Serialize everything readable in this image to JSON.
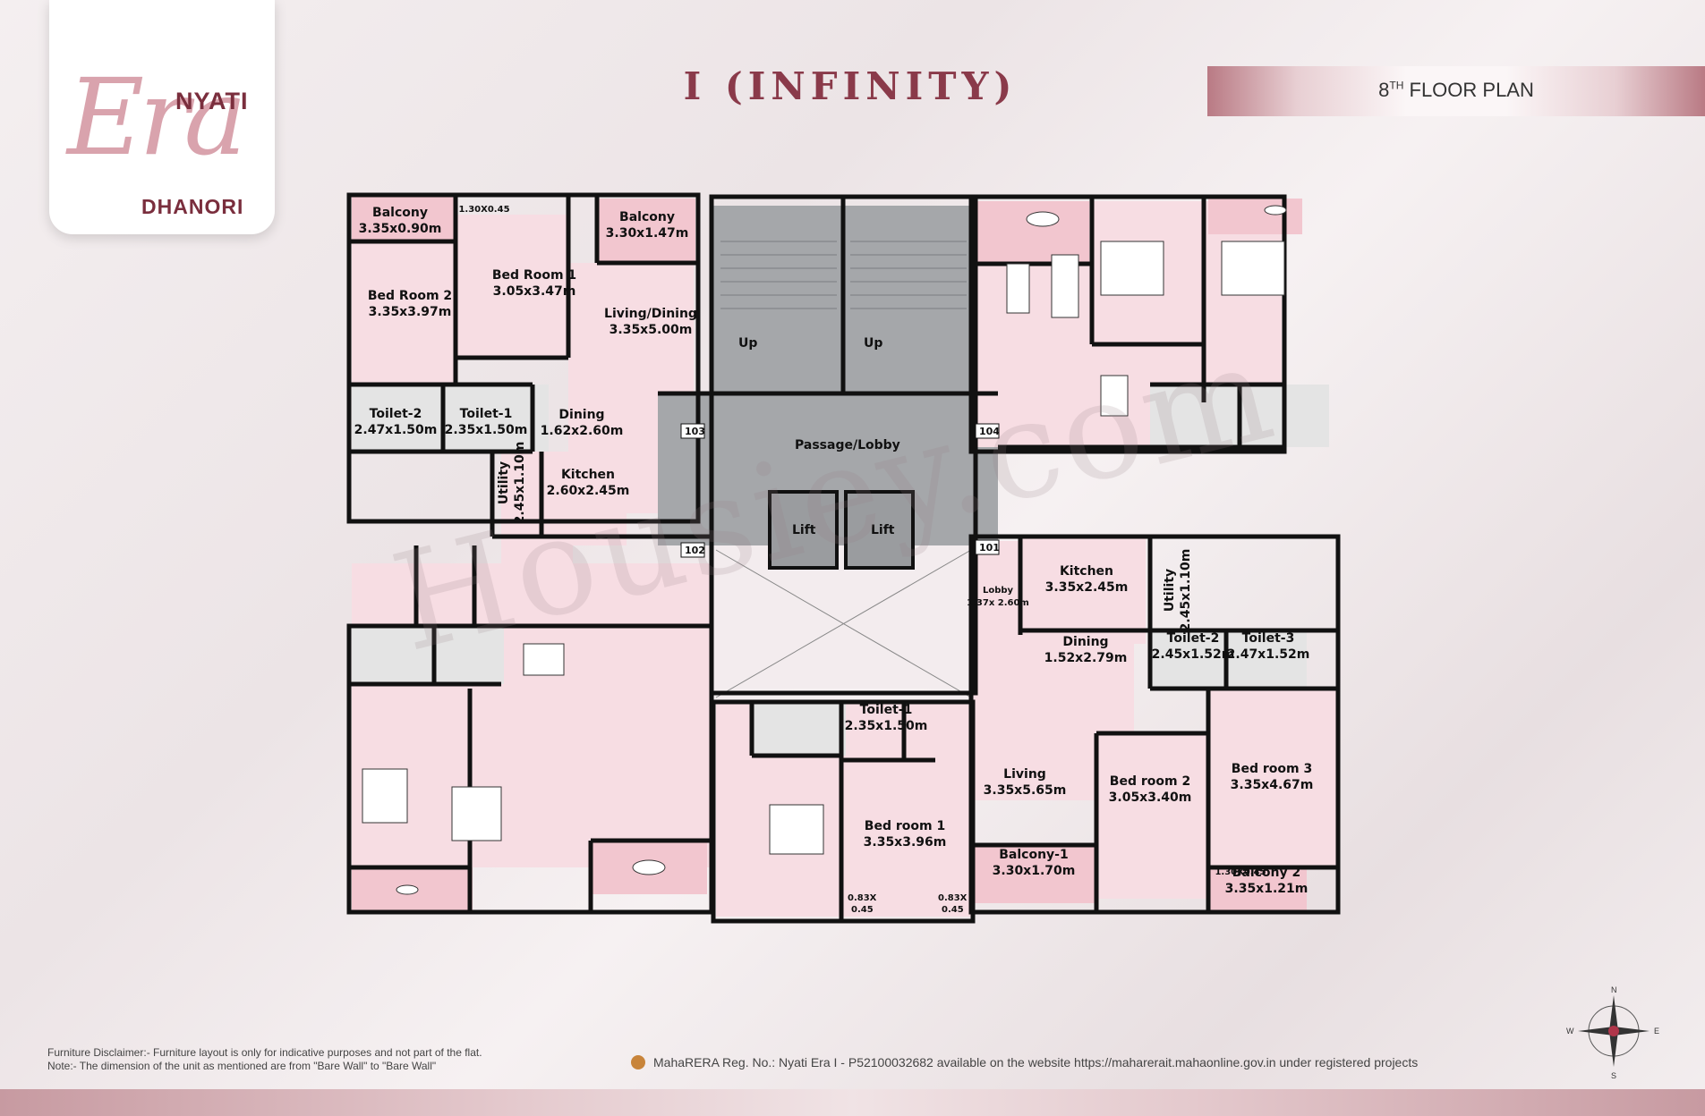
{
  "brand": {
    "name": "Era",
    "developer": "NYATI",
    "location": "DHANORI"
  },
  "title": "I (INFINITY)",
  "floor_plan": {
    "ordinal": "8",
    "ordinal_suffix": "TH",
    "label": "FLOOR PLAN"
  },
  "watermark": "Housiey.com",
  "colors": {
    "room": "#f7dde3",
    "balcony": "#f2c6cf",
    "toilet": "#e4e4e4",
    "core": "#a5a7aa",
    "wall": "#111111",
    "accent": "#8a3a4a"
  },
  "rooms": [
    {
      "id": "b103-balcony",
      "name": "Balcony",
      "size": "3.35x0.90m"
    },
    {
      "id": "b103-window",
      "name": "",
      "size": "1.30X0.45"
    },
    {
      "id": "b103-balcony2",
      "name": "Balcony",
      "size": "3.30x1.47m"
    },
    {
      "id": "b103-bed1",
      "name": "Bed Room 1",
      "size": "3.05x3.47m"
    },
    {
      "id": "b103-bed2",
      "name": "Bed Room 2",
      "size": "3.35x3.97m"
    },
    {
      "id": "b103-living",
      "name": "Living/Dining",
      "size": "3.35x5.00m"
    },
    {
      "id": "b103-toilet2",
      "name": "Toilet-2",
      "size": "2.47x1.50m"
    },
    {
      "id": "b103-toilet1",
      "name": "Toilet-1",
      "size": "2.35x1.50m"
    },
    {
      "id": "b103-dining",
      "name": "Dining",
      "size": "1.62x2.60m"
    },
    {
      "id": "b103-utility",
      "name": "Utility",
      "size": "2.45x1.10m"
    },
    {
      "id": "b103-kitchen",
      "name": "Kitchen",
      "size": "2.60x2.45m"
    },
    {
      "id": "b101-kitchen",
      "name": "Kitchen",
      "size": "3.35x2.45m"
    },
    {
      "id": "b101-utility",
      "name": "Utility",
      "size": "2.45x1.10m"
    },
    {
      "id": "b101-lobby",
      "name": "Lobby",
      "size": "1.37x 2.60m"
    },
    {
      "id": "b101-dining",
      "name": "Dining",
      "size": "1.52x2.79m"
    },
    {
      "id": "b101-toilet2",
      "name": "Toilet-2",
      "size": "2.45x1.52m"
    },
    {
      "id": "b101-toilet3",
      "name": "Toilet-3",
      "size": "2.47x1.52m"
    },
    {
      "id": "b102-toilet1",
      "name": "Toilet-1",
      "size": "2.35x1.50m"
    },
    {
      "id": "b101-living",
      "name": "Living",
      "size": "3.35x5.65m"
    },
    {
      "id": "b101-bed2",
      "name": "Bed room 2",
      "size": "3.05x3.40m"
    },
    {
      "id": "b101-bed3",
      "name": "Bed room 3",
      "size": "3.35x4.67m"
    },
    {
      "id": "b102-bed1",
      "name": "Bed room 1",
      "size": "3.35x3.96m"
    },
    {
      "id": "b101-balcony1",
      "name": "Balcony-1",
      "size": "3.30x1.70m"
    },
    {
      "id": "b101-balcony2",
      "name": "Balcony 2",
      "size": "3.35x1.21m"
    },
    {
      "id": "b101-window",
      "name": "",
      "size": "1.30X0.45"
    }
  ],
  "core": {
    "stair_label": "Up",
    "passage": "Passage/Lobby",
    "lift": "Lift"
  },
  "unit_tags": [
    "103",
    "104",
    "102",
    "101"
  ],
  "window_sizes": [
    {
      "w": "0.83X",
      "h": "0.45"
    },
    {
      "w": "0.83X",
      "h": "0.45"
    }
  ],
  "disclaimer": [
    "Furniture Disclaimer:- Furniture layout is only for indicative purposes and not part of the flat.",
    "Note:- The dimension of the unit as mentioned are from \"Bare Wall\" to \"Bare Wall\""
  ],
  "rera": "MahaRERA Reg. No.: Nyati Era I - P52100032682 available on the website https://maharerait.mahaonline.gov.in under registered projects",
  "compass": {
    "n": "N",
    "e": "E",
    "s": "S",
    "w": "W"
  }
}
